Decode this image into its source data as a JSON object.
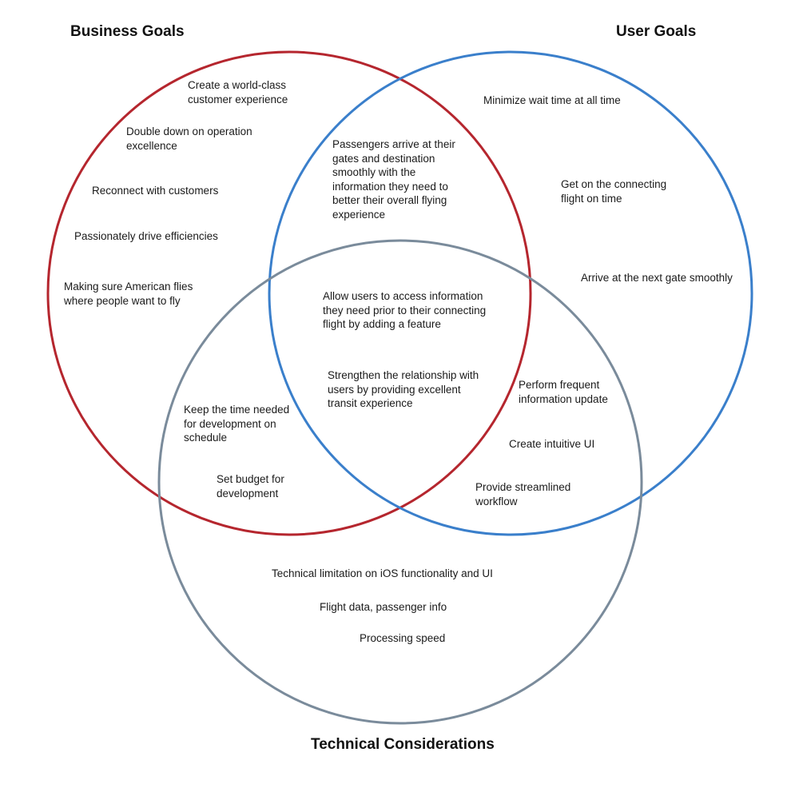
{
  "titles": {
    "business": "Business Goals",
    "user": "User Goals",
    "technical": "Technical Considerations"
  },
  "colors": {
    "business": "#b5262e",
    "user": "#3a7fcb",
    "technical": "#7a8b9b"
  },
  "business_only": [
    [
      "Create a world-class",
      "customer experience"
    ],
    [
      "Double down on operation",
      "excellence"
    ],
    [
      "Reconnect with customers"
    ],
    [
      "Passionately drive efficiencies"
    ],
    [
      "Making sure American flies",
      "where people want to fly"
    ]
  ],
  "user_only": [
    [
      "Minimize wait time at all time"
    ],
    [
      "Get on the connecting",
      "flight on time"
    ],
    [
      "Arrive at the next gate smoothly"
    ]
  ],
  "business_user": [
    [
      "Passengers arrive at their",
      "gates and destination",
      "smoothly with the",
      "information they need to",
      "better their overall flying",
      "experience"
    ]
  ],
  "all_three": [
    [
      "Allow users to access information",
      "they need prior to their connecting",
      "flight by adding a feature"
    ],
    [
      "Strengthen the relationship with",
      "users by providing excellent",
      "transit experience"
    ]
  ],
  "business_technical": [
    [
      "Keep the time needed",
      "for development on",
      "schedule"
    ],
    [
      "Set budget for",
      "development"
    ]
  ],
  "user_technical": [
    [
      "Perform frequent",
      "information update"
    ],
    [
      "Create intuitive UI"
    ],
    [
      "Provide streamlined",
      "workflow"
    ]
  ],
  "technical_only": [
    [
      "Technical limitation on iOS functionality and UI"
    ],
    [
      "Flight data, passenger info"
    ],
    [
      "Processing speed"
    ]
  ]
}
